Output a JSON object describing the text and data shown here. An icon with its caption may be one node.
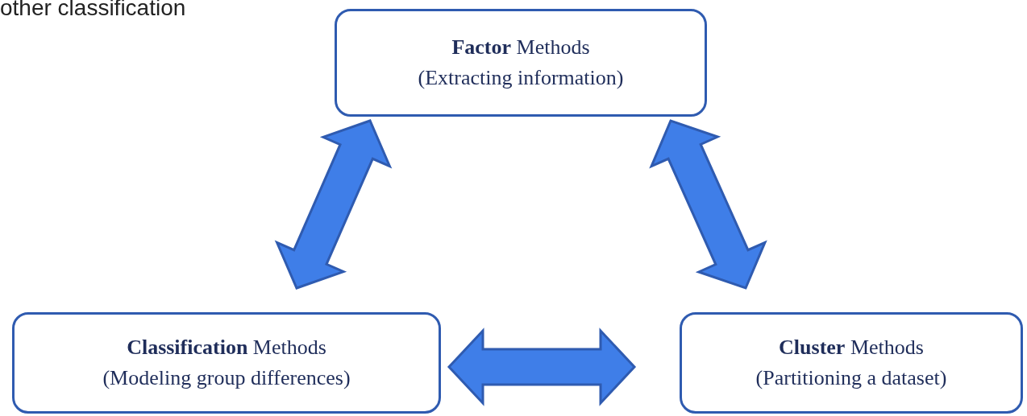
{
  "diagram": {
    "nodes": [
      {
        "text": [
          "**Factor** Methods",
          "(Extracting information)"
        ]
      },
      {
        "text": [
          "**Classification** Methods",
          "(Modeling group differences)"
        ]
      },
      {
        "text": [
          "**Cluster** Methods",
          "(Partitioning a dataset)"
        ]
      }
    ],
    "edges": [
      {
        "from": 0,
        "to": 1,
        "arrow": "both"
      },
      {
        "from": 0,
        "to": 2,
        "arrow": "both"
      },
      {
        "from": 1,
        "to": 2,
        "arrow": "both"
      }
    ],
    "labels": [
      "other classification"
    ]
  }
}
